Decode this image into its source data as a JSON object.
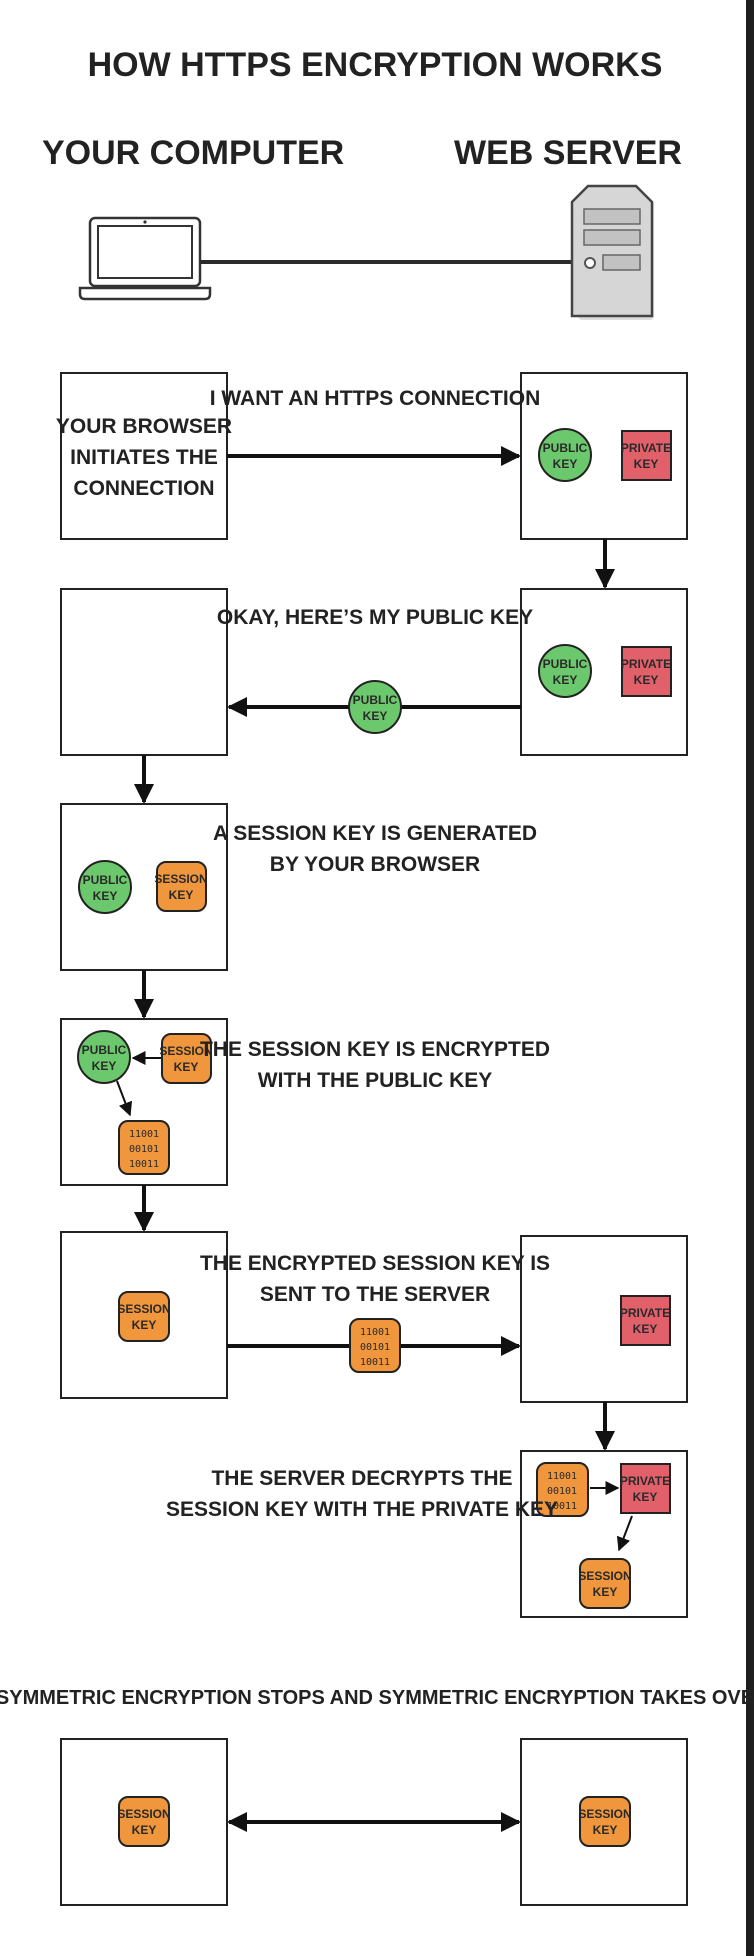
{
  "title": "HOW HTTPS ENCRYPTION WORKS",
  "left_heading": "YOUR COMPUTER",
  "right_heading": "WEB SERVER",
  "browser_box": [
    "YOUR BROWSER",
    "INITIATES THE",
    "CONNECTION"
  ],
  "steps": {
    "step1": [
      "I WANT AN HTTPS CONNECTION"
    ],
    "step2": [
      "OKAY, HERE’S MY PUBLIC KEY"
    ],
    "step3": [
      "A SESSION KEY IS GENERATED",
      "BY YOUR BROWSER"
    ],
    "step4": [
      "THE SESSION KEY IS ENCRYPTED",
      "WITH THE PUBLIC KEY"
    ],
    "step5": [
      "THE ENCRYPTED SESSION KEY IS",
      "SENT TO THE SERVER"
    ],
    "step6": [
      "THE SERVER DECRYPTS THE",
      "SESSION KEY WITH THE PRIVATE KEY"
    ],
    "step7": [
      "ASYMMETRIC ENCRYPTION STOPS AND SYMMETRIC ENCRYPTION TAKES OVER"
    ]
  },
  "keys": {
    "public": [
      "PUBLIC",
      "KEY"
    ],
    "private": [
      "PRIVATE",
      "KEY"
    ],
    "session": [
      "SESSION",
      "KEY"
    ],
    "encrypted": [
      "11001",
      "00101",
      "10011"
    ]
  },
  "colors": {
    "public_key": "#6cc86c",
    "private_key": "#e2606a",
    "session_key": "#f0963c",
    "ink": "#111111",
    "server_body": "#d6d6d6"
  }
}
